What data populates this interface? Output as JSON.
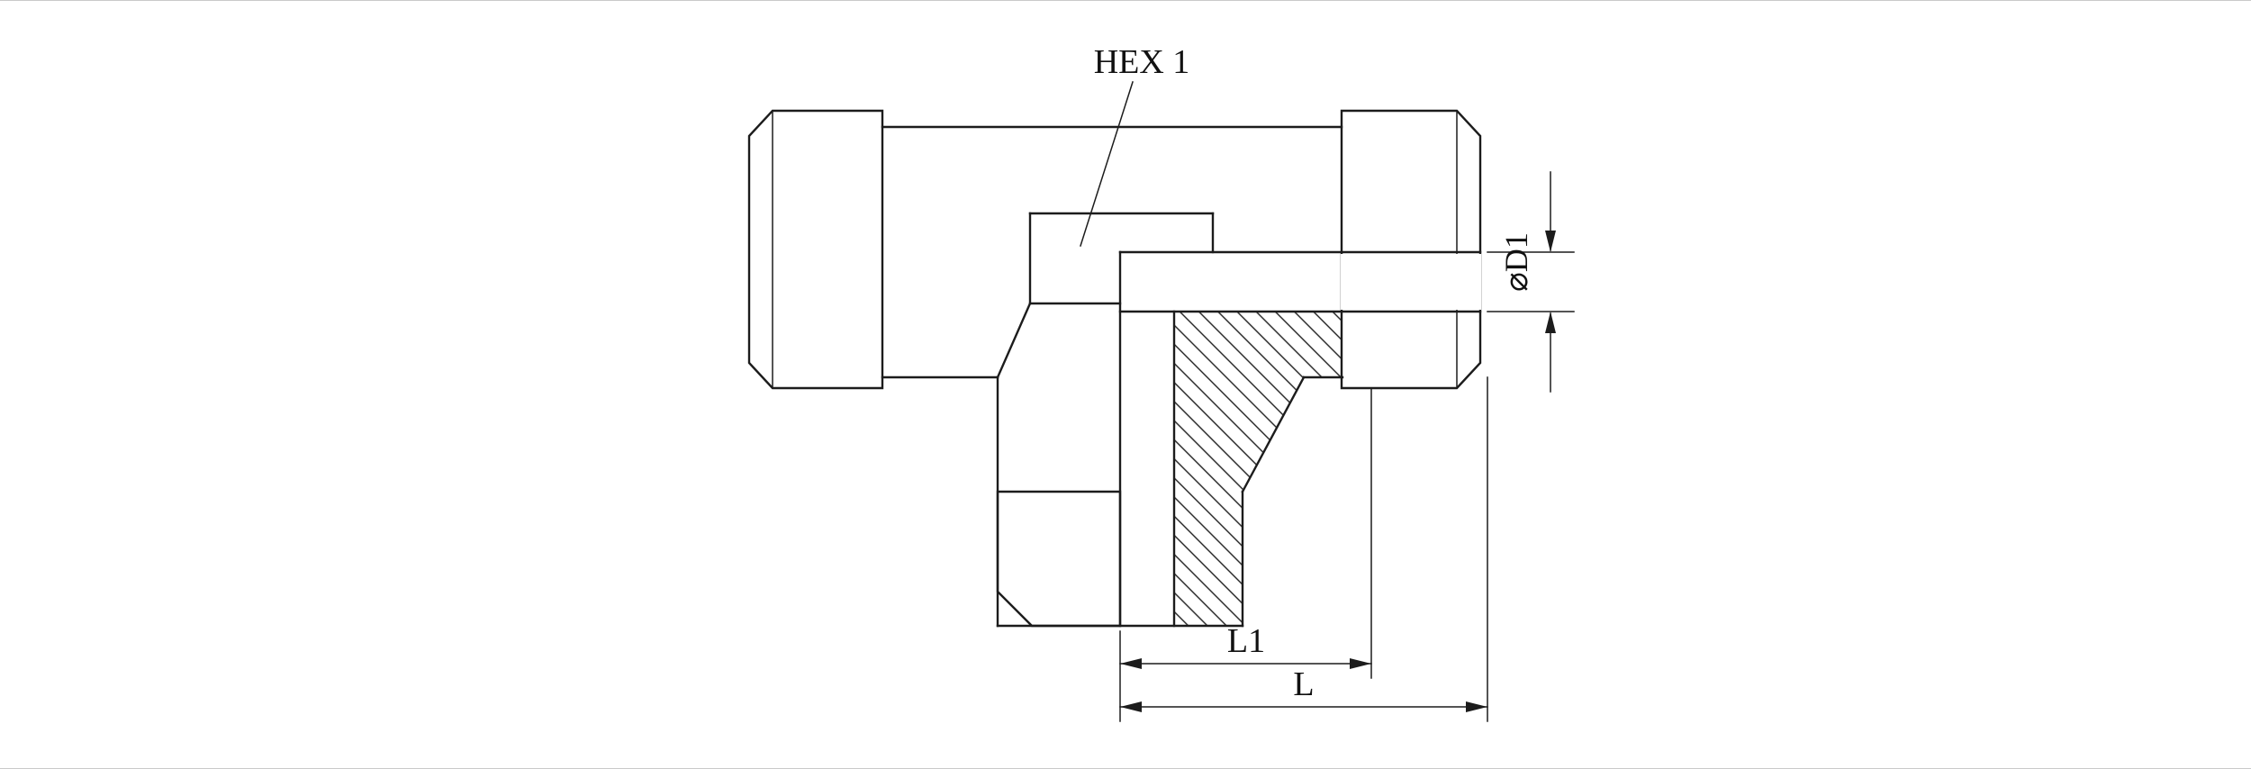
{
  "page": {
    "background": "#ffffff",
    "frame_border_color": "#c9c9c9"
  },
  "drawing": {
    "type": "engineering-section-drawing",
    "subject": "tee-fitting-with-three-male-threaded-ends",
    "line_color": "#1c1c1c",
    "hatch_style": "45-degree-section-hatch",
    "labels": {
      "hex1": "HEX 1",
      "diameter_d1": "⌀D1",
      "length_l1": "L1",
      "length_l": "L"
    }
  }
}
